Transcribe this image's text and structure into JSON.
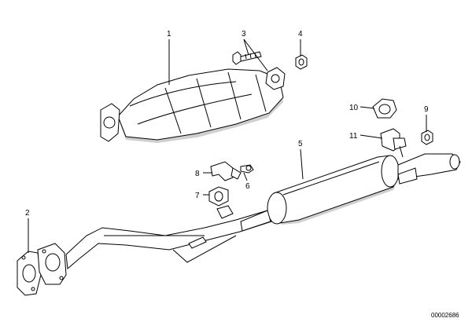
{
  "diagram": {
    "labels": {
      "p1": "1",
      "p2": "2",
      "p3": "3",
      "p4": "4",
      "p5": "5",
      "p6": "6",
      "p7": "7",
      "p8": "8",
      "p9": "9",
      "p10": "10",
      "p11": "11"
    },
    "doc_number": "00002686"
  }
}
